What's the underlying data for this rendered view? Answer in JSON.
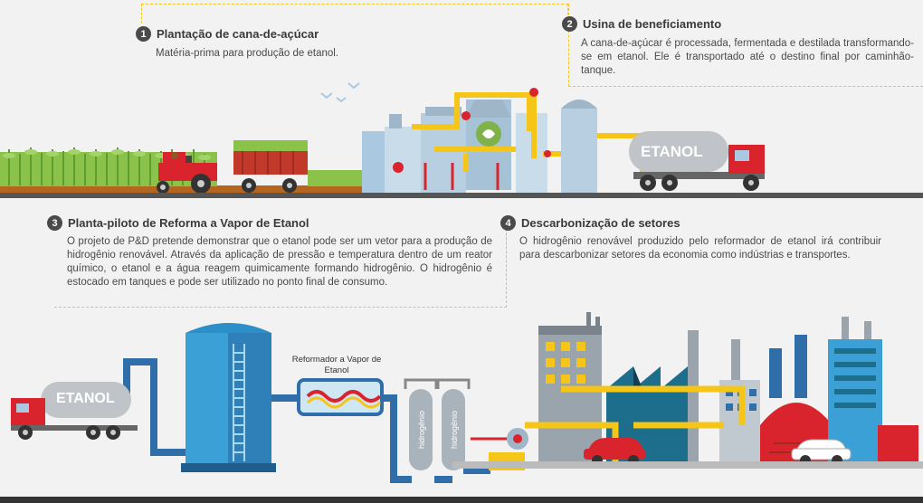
{
  "steps": [
    {
      "number": "1",
      "title": "Plantação de cana-de-açúcar",
      "description": "Matéria-prima para produção de etanol."
    },
    {
      "number": "2",
      "title": "Usina de beneficiamento",
      "description": "A cana-de-açúcar é processada, fermentada e destilada transformando-se em etanol. Ele é transportado até o destino final por caminhão-tanque."
    },
    {
      "number": "3",
      "title": "Planta-piloto de Reforma a Vapor de Etanol",
      "description": "O projeto de P&D pretende demonstrar que o etanol pode ser um vetor para a produção de hidrogênio renovável. Através da aplicação de pressão e temperatura dentro de um reator químico, o etanol e a água reagem quimicamente formando hidrogênio. O hidrogênio é estocado em tanques e pode ser utilizado no ponto final de consumo."
    },
    {
      "number": "4",
      "title": "Descarbonização de setores",
      "description": "O hidrogênio renovável produzido pelo reformador de etanol irá contribuir para descarbonizar setores da economia como indústrias e transportes."
    }
  ],
  "illustration": {
    "truck_top_label": "ETANOL",
    "truck_bottom_label": "ETANOL",
    "reformer_label": "Reformador a Vapor de Etanol",
    "tank_label_1": "hidrogênio",
    "tank_label_2": "hidrogênio"
  },
  "colors": {
    "background": "#f2f2f2",
    "accent_yellow": "#f5c518",
    "pipe_blue": "#2f6ea8",
    "truck_red": "#d9232d",
    "tank_gray": "#b8bcc0",
    "ground_dark": "#4a4a4a",
    "field_green": "#7bb342"
  }
}
